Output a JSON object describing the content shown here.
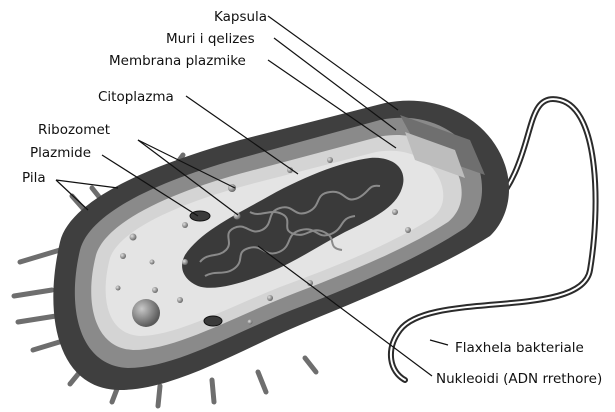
{
  "labels": {
    "kapsula": "Kapsula",
    "muri": "Muri i qelizes",
    "membrana": "Membrana plazmike",
    "citoplazma": "Citoplazma",
    "ribozomet": "Ribozomet",
    "plazmide": "Plazmide",
    "pila": "Pila",
    "flaxhela": "Flaxhela bakteriale",
    "nukleoidi": "Nukleoidi (ADN rrethore)"
  },
  "colors": {
    "capsule": "#3f3f3f",
    "wall": "#8a8a8a",
    "membrane": "#d4d4d4",
    "cytoplasm": "#e4e4e4",
    "dna": "#3a3a3a",
    "appendage": "#6e6e6e"
  }
}
